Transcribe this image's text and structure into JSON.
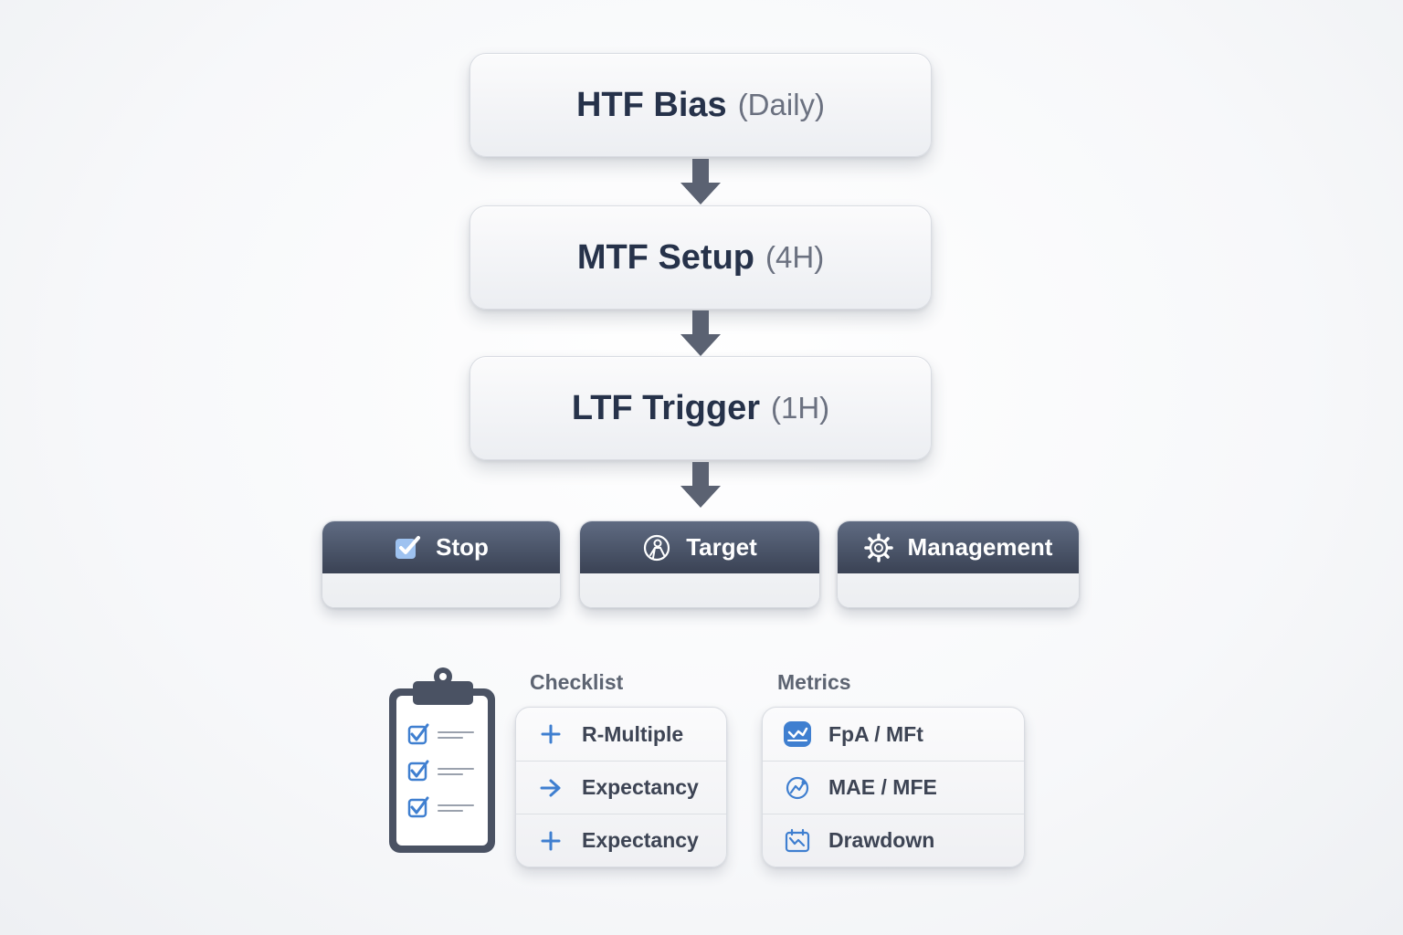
{
  "timeframes": [
    {
      "label": "HTF Bias",
      "detail": "(Daily)"
    },
    {
      "label": "MTF Setup",
      "detail": "(4H)"
    },
    {
      "label": "LTF Trigger",
      "detail": "(1H)"
    }
  ],
  "actions": [
    {
      "label": "Stop",
      "icon": "check-square-icon"
    },
    {
      "label": "Target",
      "icon": "target-person-icon"
    },
    {
      "label": "Management",
      "icon": "gear-icon"
    }
  ],
  "checklist": {
    "title": "Checklist",
    "items": [
      {
        "label": "R-Multiple",
        "icon": "plus-icon"
      },
      {
        "label": "Expectancy",
        "icon": "arrow-right-icon"
      },
      {
        "label": "Expectancy",
        "icon": "plus-icon"
      }
    ]
  },
  "metrics": {
    "title": "Metrics",
    "items": [
      {
        "label": "FpA / MFt",
        "icon": "chart-badge-icon"
      },
      {
        "label": "MAE / MFE",
        "icon": "analytics-icon"
      },
      {
        "label": "Drawdown",
        "icon": "drawdown-icon"
      }
    ]
  },
  "colors": {
    "header_dark": "#3a4254",
    "accent_blue": "#3f7fd0",
    "text_dark": "#26324a"
  }
}
